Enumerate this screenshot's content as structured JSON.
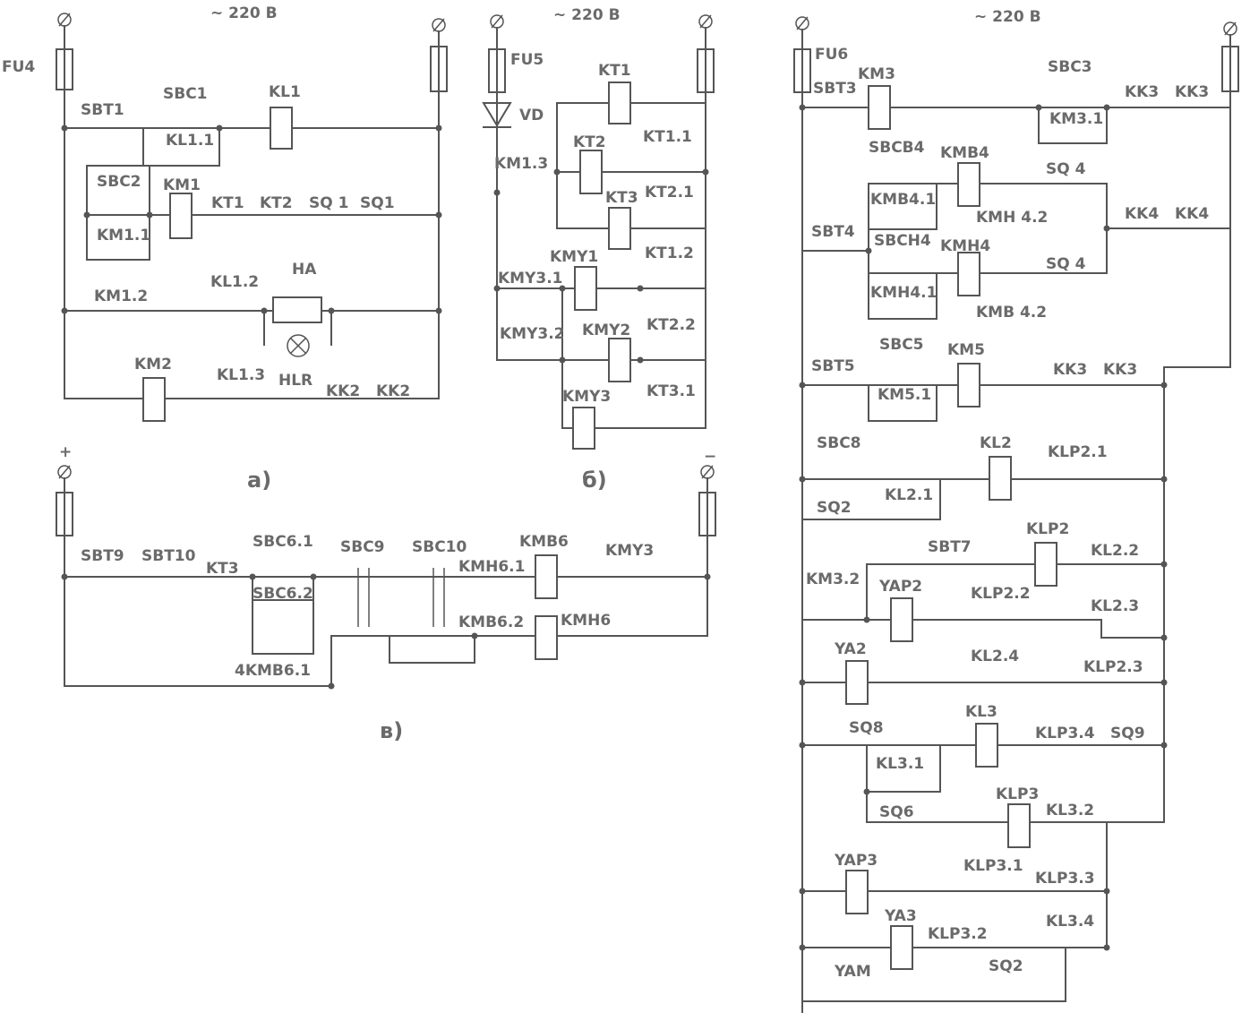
{
  "voltage": "~ 220 В",
  "captions": [
    "а)",
    "б)",
    "в)"
  ],
  "a": {
    "labels": [
      "FU4",
      "SBT1",
      "SBC1",
      "KL1",
      "KL1.1",
      "SBC2",
      "KM1",
      "KT1",
      "KT2",
      "SQ 1",
      "SQ1",
      "KM1.1",
      "KM1.2",
      "KL1.2",
      "HA",
      "HLR",
      "KM2",
      "KL1.3",
      "KK2",
      "KK2"
    ]
  },
  "b": {
    "labels": [
      "FU5",
      "VD",
      "KT1",
      "KT2",
      "KT1.1",
      "KM1.3",
      "KT3",
      "KT2.1",
      "KMY1",
      "KT1.2",
      "KMY3.1",
      "KMY3.2",
      "KMY2",
      "KT2.2",
      "KMY3",
      "KT3.1"
    ]
  },
  "c": {
    "polarity": [
      "+",
      "−"
    ],
    "labels": [
      "SBT9",
      "SBT10",
      "KT3",
      "SBC6.1",
      "SBC9",
      "SBC10",
      "KMB6",
      "KMH6.1",
      "KMY3",
      "SBC6.2",
      "KMB6.2",
      "KMH6",
      "4KMB6.1"
    ]
  },
  "d": {
    "labels": [
      "FU6",
      "SBT3",
      "KM3",
      "SBC3",
      "KK3",
      "KK3",
      "KM3.1",
      "SBCB4",
      "KMB4",
      "SQ 4",
      "KMB4.1",
      "KMH 4.2",
      "KK4",
      "KK4",
      "SBT4",
      "SBCH4",
      "KMH4",
      "SQ 4",
      "KMH4.1",
      "KMB 4.2",
      "SBT5",
      "SBC5",
      "KM5",
      "KK3",
      "KK3",
      "KM5.1",
      "SBC8",
      "KL2",
      "KLP2.1",
      "SQ2",
      "KL2.1",
      "SBT7",
      "KLP2",
      "KL2.2",
      "KM3.2",
      "YAP2",
      "KLP2.2",
      "KL2.3",
      "YA2",
      "KL2.4",
      "KLP2.3",
      "SQ8",
      "KL3",
      "KLP3.4",
      "SQ9",
      "KL3.1",
      "KLP3",
      "SQ6",
      "KL3.2",
      "YAP3",
      "KLP3.1",
      "KLP3.3",
      "YA3",
      "KL3.4",
      "KLP3.2",
      "YAM",
      "SQ2"
    ]
  }
}
